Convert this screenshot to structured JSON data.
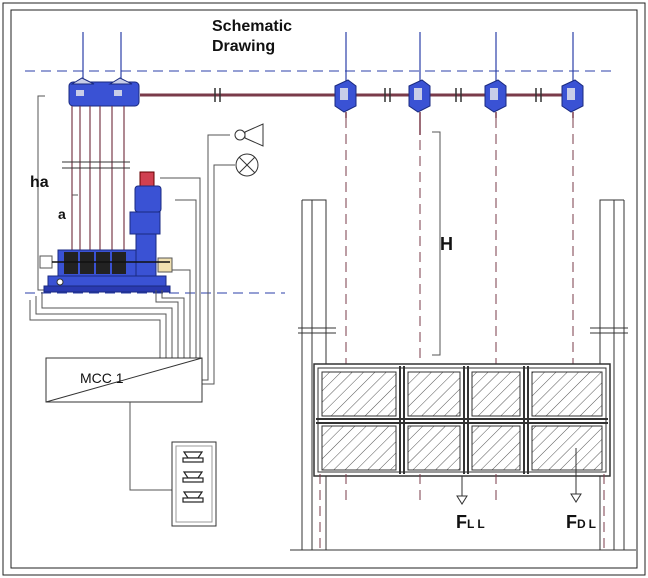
{
  "title": {
    "line1": "Schematic",
    "line2": "Drawing"
  },
  "labels": {
    "ha": "ha",
    "a": "a",
    "H": "H",
    "mcc": "MCC 1",
    "f_ll_main": "F",
    "f_ll_sub": "LL",
    "f_dl_main": "F",
    "f_dl_sub": "DL"
  },
  "colors": {
    "pipe": "#7a3b4a",
    "dash_blue": "#2b3fa8",
    "pump_blue": "#3a52d4",
    "line": "#555555"
  }
}
